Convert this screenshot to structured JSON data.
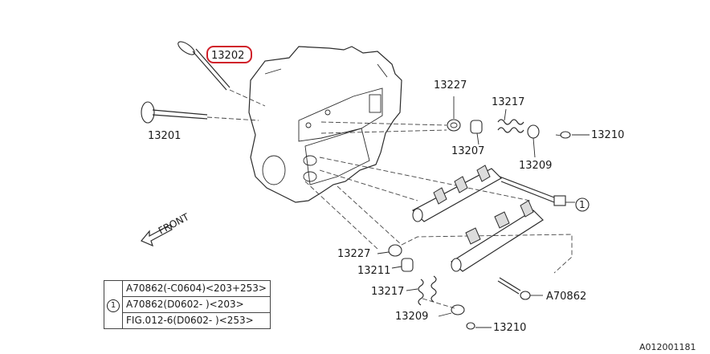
{
  "parts": {
    "valve_intake": "13202",
    "valve_exhaust": "13201",
    "seat_upper": "13227",
    "spring_upper": "13217",
    "retainer_upper": "13207",
    "cap_upper": "13209",
    "keeper_upper": "13210",
    "seat_lower": "13227",
    "retainer_lower": "13211",
    "spring_lower": "13217",
    "cap_lower": "13209",
    "keeper_lower": "13210",
    "bolt_lower": "A70862",
    "callout_bolt_upper": "1"
  },
  "front_label": "FRONT",
  "legend": {
    "mark": "1",
    "rows": [
      "A70862(-C0604)<203+253>",
      "A70862(D0602- )<203>",
      "FIG.012-6(D0602- )<253>"
    ]
  },
  "figure_ref": "A012001181",
  "colors": {
    "highlight": "#d0202a",
    "line": "#2b2b2b"
  }
}
